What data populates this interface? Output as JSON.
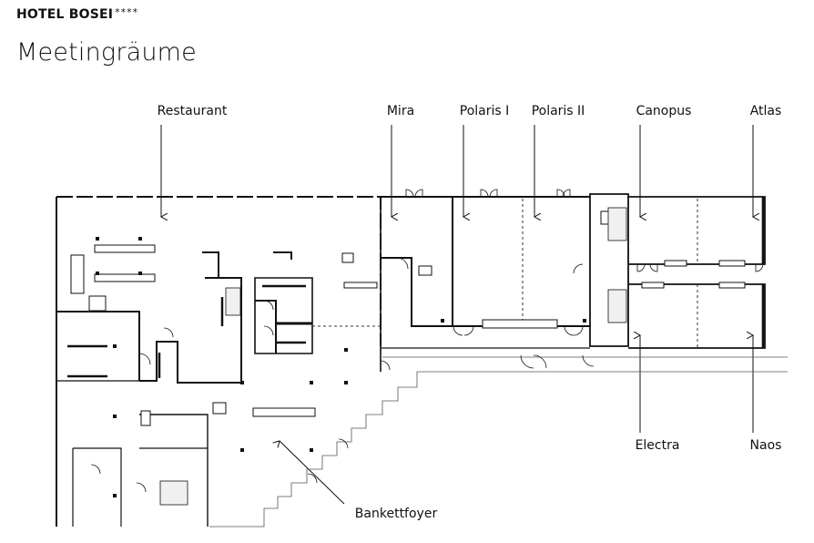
{
  "header": {
    "hotel_name": "HOTEL BOSEI",
    "stars": "****",
    "page_title": "Meetingräume"
  },
  "rooms": {
    "restaurant": "Restaurant",
    "mira": "Mira",
    "polaris_1": "Polaris I",
    "polaris_2": "Polaris II",
    "canopus": "Canopus",
    "atlas": "Atlas",
    "electra": "Electra",
    "naos": "Naos",
    "bankettfoyer": "Bankettfoyer"
  }
}
